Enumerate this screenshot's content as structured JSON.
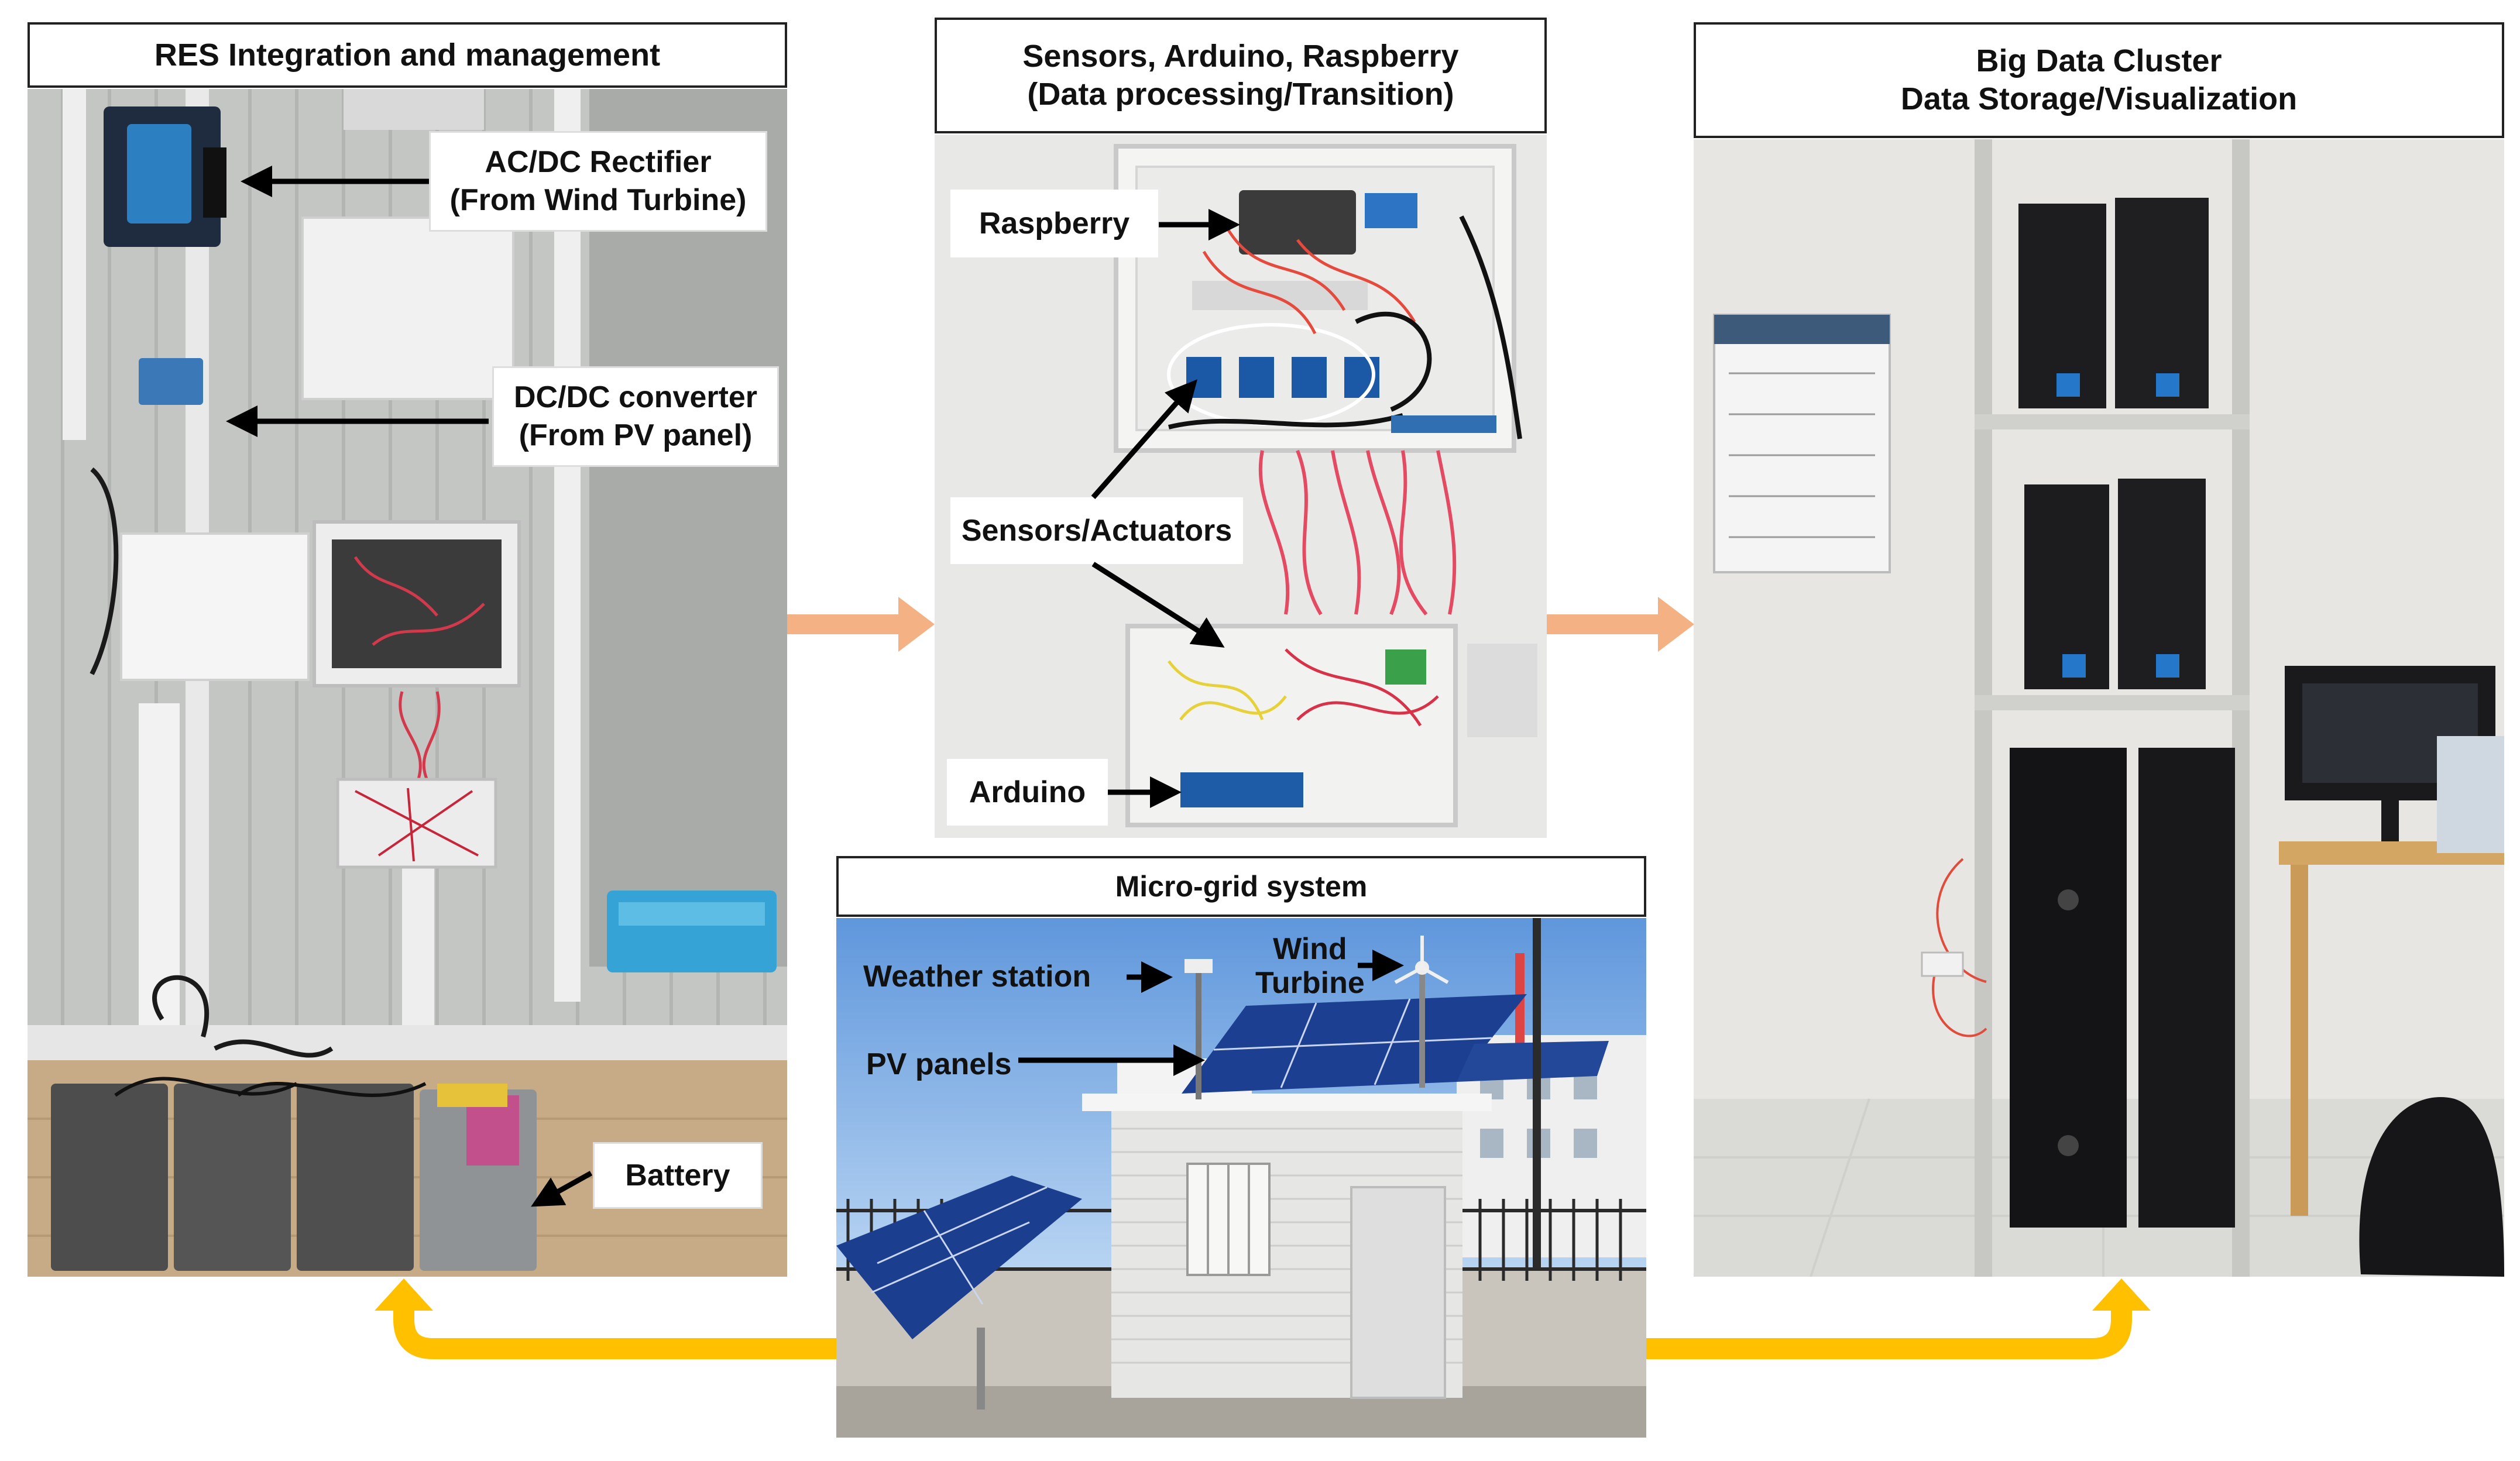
{
  "panels": {
    "res": {
      "title": "RES Integration and management",
      "labels": {
        "rectifier": [
          "AC/DC Rectifier",
          "(From Wind Turbine)"
        ],
        "converter": [
          "DC/DC converter",
          "(From PV panel)"
        ],
        "battery": "Battery"
      }
    },
    "processing": {
      "title": [
        "Sensors, Arduino, Raspberry",
        "(Data processing/Transition)"
      ],
      "labels": {
        "raspberry": "Raspberry",
        "sensors": "Sensors/Actuators",
        "arduino": "Arduino"
      }
    },
    "cluster": {
      "title": [
        "Big Data Cluster",
        "Data Storage/Visualization"
      ]
    },
    "microgrid": {
      "title": "Micro-grid system",
      "labels": {
        "weather": "Weather station",
        "wind": [
          "Wind",
          "Turbine"
        ],
        "pv": "PV panels"
      }
    }
  },
  "colors": {
    "orange_arrow": "#f4b183",
    "yellow_arrow": "#ffc000",
    "label_arrow": "#000000"
  }
}
